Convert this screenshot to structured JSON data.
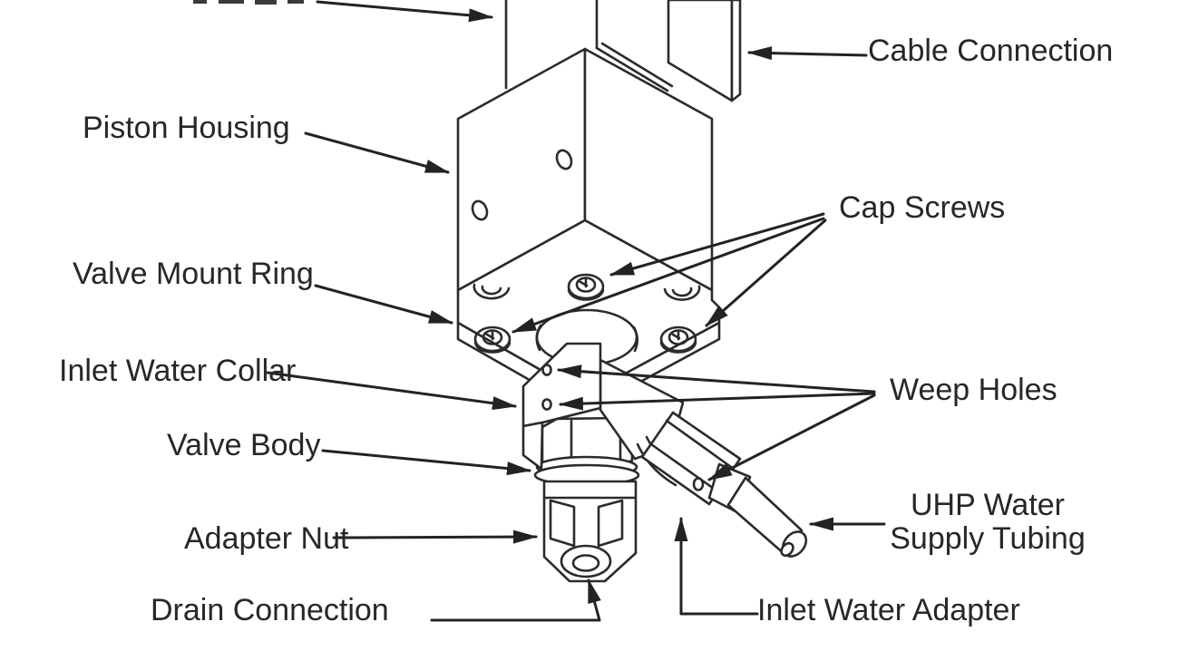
{
  "diagram": {
    "type": "technical-line-drawing",
    "subject": "UHP water valve assembly callout diagram",
    "background_color": "#ffffff",
    "line_color": "#2b2b2d",
    "text_color": "#26272b",
    "labels": {
      "piston_housing": "Piston Housing",
      "valve_mount_ring": "Valve Mount Ring",
      "inlet_water_collar": "Inlet Water Collar",
      "valve_body": "Valve Body",
      "adapter_nut": "Adapter Nut",
      "drain_connection": "Drain Connection",
      "cable_connection": "Cable Connection",
      "cap_screws": "Cap Screws",
      "weep_holes": "Weep Holes",
      "uhp_line1": "UHP Water",
      "uhp_line2": "Supply Tubing",
      "inlet_water_adapter": "Inlet Water Adapter"
    }
  }
}
